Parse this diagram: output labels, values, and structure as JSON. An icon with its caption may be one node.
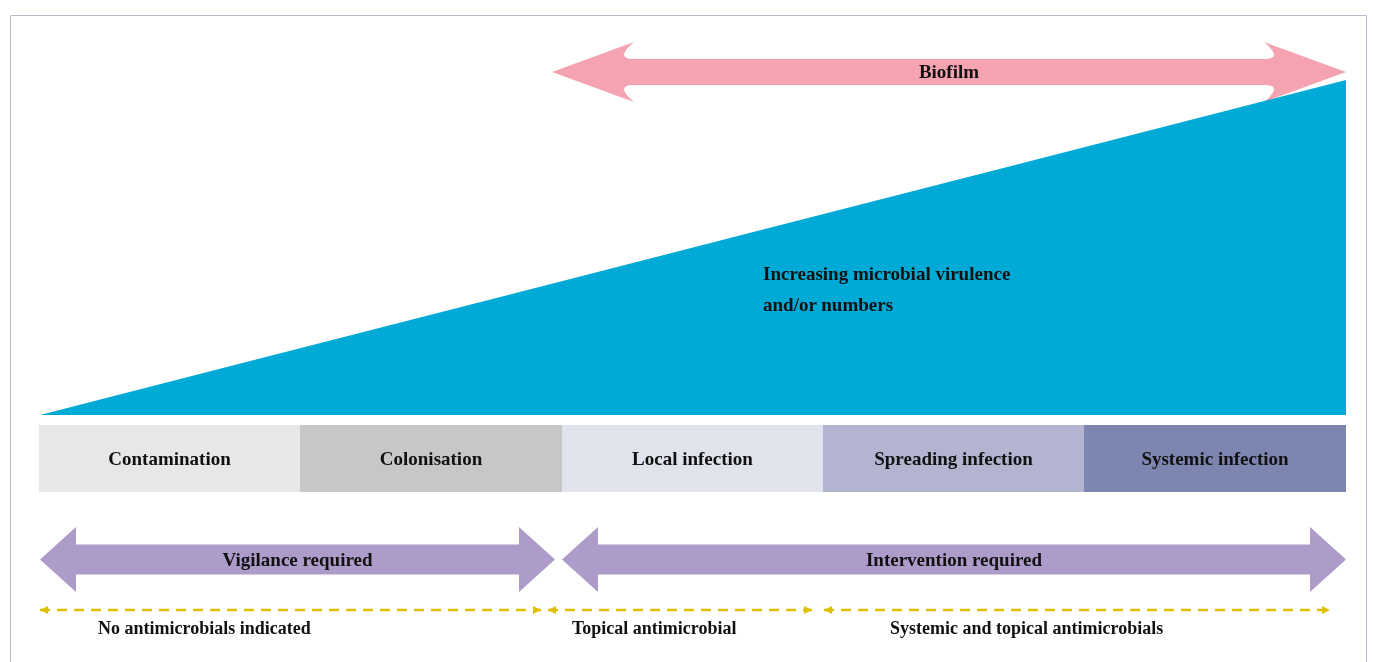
{
  "diagram": {
    "nodes": [
      {
        "text": [
          "Biofilm"
        ]
      },
      {
        "text": [
          "Increasing microbial virulence and/or numbers"
        ]
      },
      {
        "text": [
          "Contamination"
        ]
      },
      {
        "text": [
          "Colonisation"
        ]
      },
      {
        "text": [
          "Local infection"
        ]
      },
      {
        "text": [
          "Spreading infection"
        ]
      },
      {
        "text": [
          "Systemic infection"
        ]
      },
      {
        "text": [
          "Vigilance required"
        ]
      },
      {
        "text": [
          "Intervention required"
        ]
      }
    ],
    "edges": [],
    "labels": [
      "No antimicrobials indicated",
      "Topical antimicrobial",
      "Systemic and topical antimicrobials"
    ]
  }
}
